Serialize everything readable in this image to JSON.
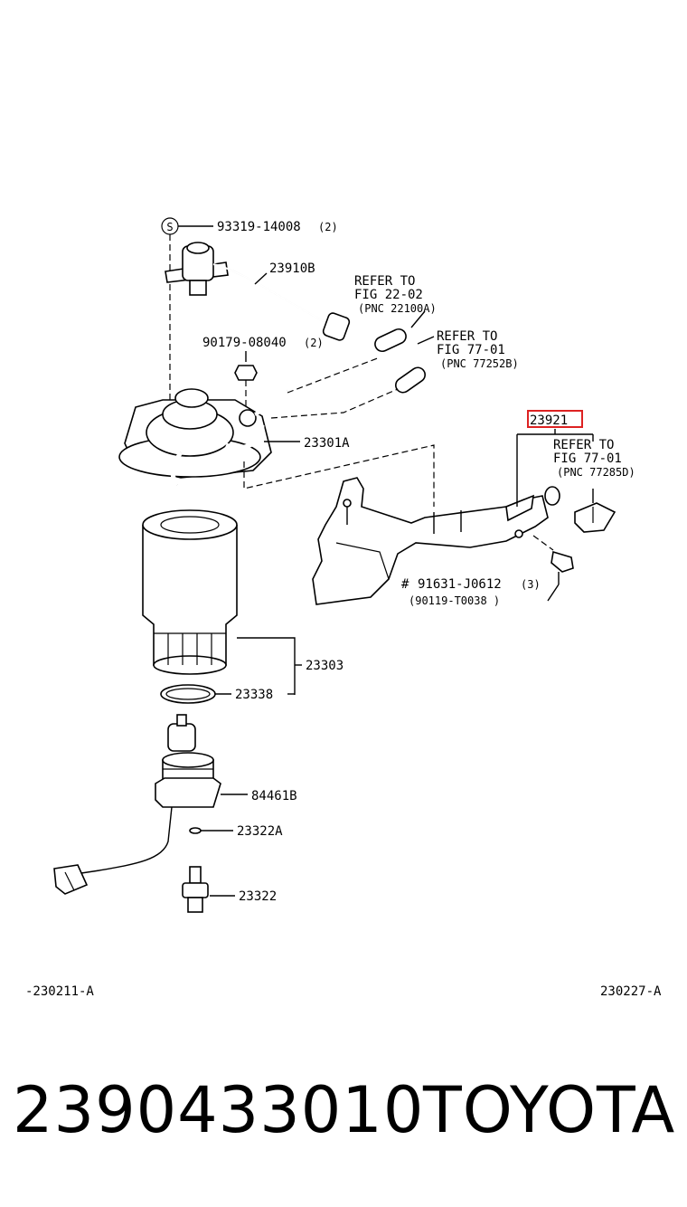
{
  "diagram": {
    "labels": {
      "bolt_s": "93319-14008",
      "bolt_s_qty": "(2)",
      "sensor": "23910B",
      "nut": "90179-08040",
      "nut_qty": "(2)",
      "head": "23301A",
      "filter": "23303",
      "gasket": "23338",
      "bowl": "84461B",
      "oring": "23322A",
      "drain": "23322",
      "bracket": "23921",
      "bolt_hash": "91631-J0612",
      "bolt_hash_qty": "(3)",
      "bolt_alt": "(90119-T0038 )"
    },
    "refs": [
      {
        "l1": "REFER TO",
        "l2": "FIG 22-02",
        "l3": "(PNC 22100A)"
      },
      {
        "l1": "REFER TO",
        "l2": "FIG 77-01",
        "l3": "(PNC 77252B)"
      },
      {
        "l1": "REFER TO",
        "l2": "FIG 77-01",
        "l3": "(PNC 77285D)"
      }
    ],
    "symbol_s": "S",
    "symbol_hash": "#",
    "footer_left": "-230211-A",
    "footer_right": "230227-A",
    "highlight_color": "#d22222"
  },
  "caption": {
    "part_number": "2390433010",
    "brand": "TOYOTA"
  }
}
